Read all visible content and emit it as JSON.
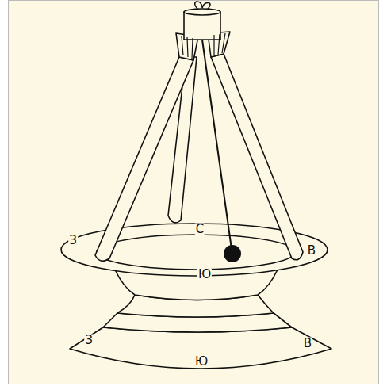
{
  "diagram": {
    "labels": [
      "З",
      "С",
      "В",
      "Ю",
      "З",
      "Ю",
      "В"
    ]
  }
}
